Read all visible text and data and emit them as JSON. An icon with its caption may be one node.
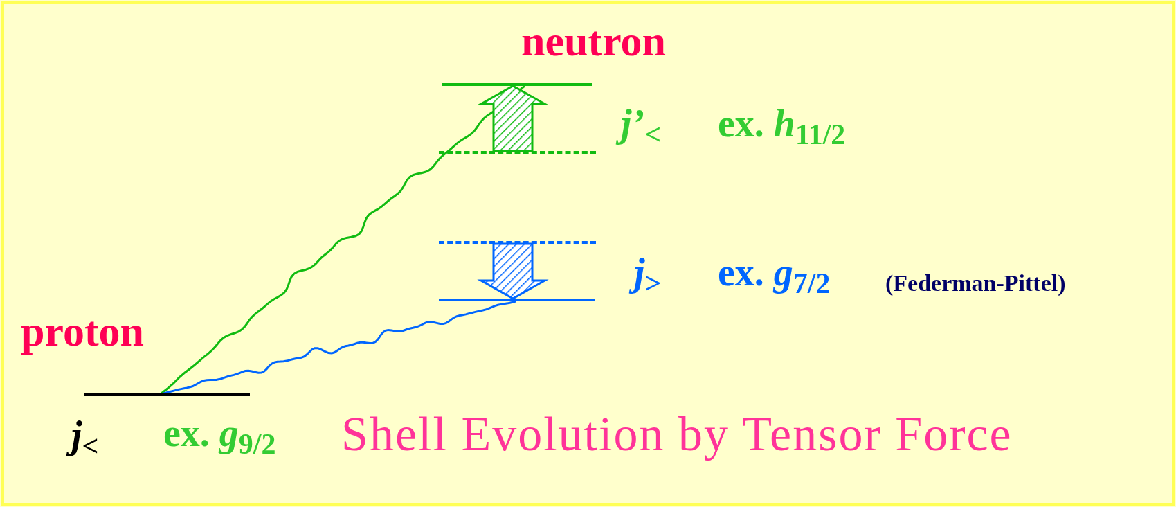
{
  "diagram": {
    "title": "Shell Evolution by Tensor Force",
    "nodes": [
      {
        "text": [],
        "shape": "bar"
      },
      {
        "text": [],
        "shape": "bar"
      },
      {
        "text": [],
        "shape": "line"
      },
      {
        "text": [],
        "shape": "line"
      },
      {
        "text": [],
        "shape": "bar"
      }
    ],
    "edges": [
      {
        "from": 0,
        "to": 1,
        "arrow": "none",
        "color": "#11bb11"
      },
      {
        "from": 0,
        "to": 4,
        "arrow": "none",
        "color": "#0066ff"
      },
      {
        "from": 2,
        "to": 1,
        "arrow": "to",
        "style": "thick",
        "color": "#11bb11"
      },
      {
        "from": 3,
        "to": 4,
        "arrow": "to",
        "style": "thick",
        "color": "#0066ff"
      }
    ],
    "labels": [
      "neutron",
      "*j’*$_{<}$",
      "ex. *h*$_{11/2}$",
      "*j*$_{>}$",
      "ex. *g*$_{7/2}$",
      "(Federman-Pittel)",
      "proton",
      "*j*$_{<}$",
      "ex. *g*$_{9/2}$"
    ]
  }
}
